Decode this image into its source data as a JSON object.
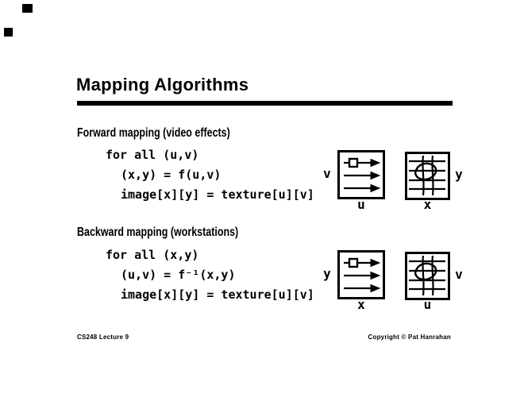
{
  "colors": {
    "ink": "#000000",
    "paper": "#ffffff"
  },
  "slide": {
    "title": "Mapping Algorithms",
    "sections": [
      {
        "heading": "Forward mapping (video effects)",
        "code": [
          "for all (u,v)",
          "(x,y) = f(u,v)",
          "image[x][y] = texture[u][v]"
        ],
        "diagram": {
          "left_box_side_label": "v",
          "left_box_bottom_label": "u",
          "right_box_side_label": "y",
          "right_box_bottom_label": "x"
        }
      },
      {
        "heading": "Backward mapping (workstations)",
        "code": [
          "for all (x,y)",
          "(u,v) = f⁻¹(x,y)",
          "image[x][y] = texture[u][v]"
        ],
        "diagram": {
          "left_box_side_label": "y",
          "left_box_bottom_label": "x",
          "right_box_side_label": "v",
          "right_box_bottom_label": "u"
        }
      }
    ],
    "footer_left": "CS248 Lecture 9",
    "footer_right": "Copyright © Pat Hanrahan"
  }
}
